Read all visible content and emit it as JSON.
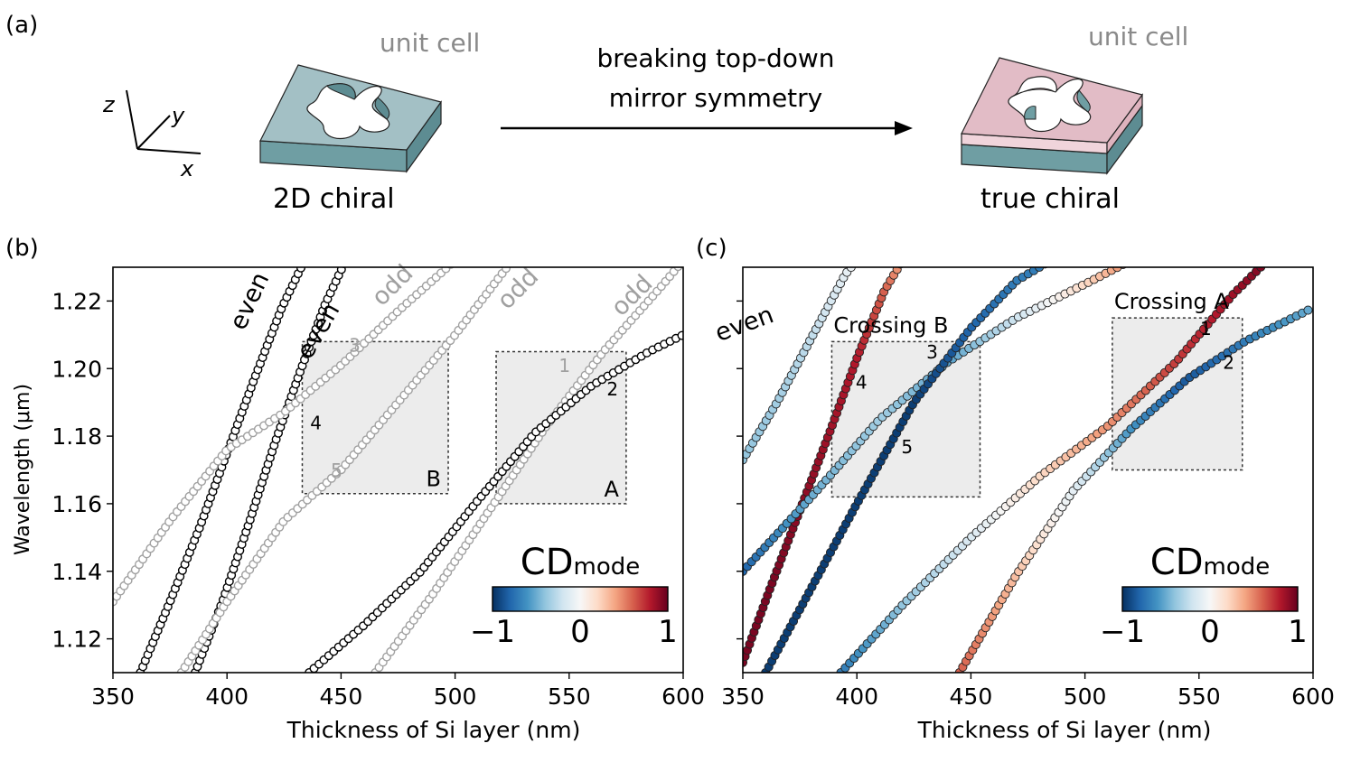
{
  "panel_a": {
    "label": "(a)",
    "axes": {
      "z": "z",
      "y": "y",
      "x": "x"
    },
    "unit_cell_left": "unit cell",
    "unit_cell_right": "unit cell",
    "left_caption": "2D chiral",
    "right_caption": "true chiral",
    "arrow_line1": "breaking top-down",
    "arrow_line2": "mirror symmetry"
  },
  "colors": {
    "slab_top": "#a3c0c5",
    "slab_side": "#6f9ea3",
    "pink_top": "#e2bcc6",
    "pink_hole": "#d98fa0",
    "box_fill": "#ececec",
    "grey_marker": "#a0a0a0",
    "cmap": [
      "#053061",
      "#2166ac",
      "#4393c3",
      "#92c5de",
      "#d1e5f0",
      "#f7f7f7",
      "#fddbc7",
      "#f4a582",
      "#d6604d",
      "#b2182b",
      "#67001f"
    ]
  },
  "chart_data": [
    {
      "panel": "(b)",
      "type": "scatter",
      "xlabel": "Thickness of Si layer (nm)",
      "ylabel": "Wavelength (μm)",
      "xlim": [
        350,
        600
      ],
      "ylim": [
        1.11,
        1.23
      ],
      "xticks": [
        "350",
        "400",
        "450",
        "500",
        "550",
        "600"
      ],
      "yticks": [
        "1.12",
        "1.14",
        "1.16",
        "1.18",
        "1.20",
        "1.22"
      ],
      "series": [
        {
          "name": "even",
          "color": "black",
          "points": [
            [
              362,
              1.11
            ],
            [
              375,
              1.131
            ],
            [
              388,
              1.153
            ],
            [
              400,
              1.175
            ],
            [
              412,
              1.197
            ],
            [
              424,
              1.218
            ],
            [
              434,
              1.232
            ]
          ]
        },
        {
          "name": "even",
          "color": "black",
          "points": [
            [
              386,
              1.11
            ],
            [
              398,
              1.131
            ],
            [
              410,
              1.155
            ],
            [
              421,
              1.178
            ],
            [
              432,
              1.199
            ],
            [
              443,
              1.219
            ],
            [
              452,
              1.232
            ]
          ]
        },
        {
          "name": "odd",
          "color": "grey",
          "points": [
            [
              350,
              1.131
            ],
            [
              375,
              1.155
            ],
            [
              400,
              1.176
            ],
            [
              425,
              1.187
            ],
            [
              450,
              1.201
            ],
            [
              475,
              1.217
            ],
            [
              500,
              1.232
            ]
          ]
        },
        {
          "name": "odd",
          "color": "grey",
          "points": [
            [
              380,
              1.11
            ],
            [
              400,
              1.131
            ],
            [
              425,
              1.155
            ],
            [
              450,
              1.17
            ],
            [
              475,
              1.19
            ],
            [
              500,
              1.21
            ],
            [
              525,
              1.232
            ]
          ]
        },
        {
          "name": "odd",
          "color": "grey",
          "points": [
            [
              465,
              1.11
            ],
            [
              490,
              1.133
            ],
            [
              515,
              1.158
            ],
            [
              540,
              1.183
            ],
            [
              565,
              1.205
            ],
            [
              590,
              1.224
            ],
            [
              600,
              1.232
            ]
          ]
        },
        {
          "name": "even",
          "color": "black",
          "points": [
            [
              436,
              1.11
            ],
            [
              460,
              1.124
            ],
            [
              485,
              1.14
            ],
            [
              510,
              1.161
            ],
            [
              535,
              1.181
            ],
            [
              560,
              1.195
            ],
            [
              585,
              1.205
            ],
            [
              600,
              1.21
            ]
          ]
        }
      ],
      "annotations": {
        "boxes": [
          {
            "label": "B",
            "x": [
              433,
              497
            ],
            "y": [
              1.163,
              1.208
            ]
          },
          {
            "label": "A",
            "x": [
              518,
              575
            ],
            "y": [
              1.16,
              1.205
            ]
          }
        ],
        "numbers": [
          {
            "text": "3",
            "x": 456,
            "y": 1.205,
            "color": "grey"
          },
          {
            "text": "4",
            "x": 439,
            "y": 1.182,
            "color": "black"
          },
          {
            "text": "5",
            "x": 448,
            "y": 1.168,
            "color": "grey"
          },
          {
            "text": "1",
            "x": 548,
            "y": 1.199,
            "color": "grey"
          },
          {
            "text": "2",
            "x": 569,
            "y": 1.192,
            "color": "black"
          }
        ],
        "curve_labels": [
          {
            "text": "even",
            "x": 413,
            "y": 1.219,
            "color": "black",
            "angle": -65
          },
          {
            "text": "even",
            "x": 443,
            "y": 1.21,
            "color": "black",
            "angle": -60
          },
          {
            "text": "odd",
            "x": 475,
            "y": 1.223,
            "color": "grey",
            "angle": -45
          },
          {
            "text": "odd",
            "x": 530,
            "y": 1.222,
            "color": "grey",
            "angle": -45
          },
          {
            "text": "odd",
            "x": 580,
            "y": 1.22,
            "color": "grey",
            "angle": -45
          },
          {
            "text": "even",
            "x": 628,
            "y": 1.211,
            "color": "black",
            "angle": -20
          }
        ]
      },
      "colorbar": {
        "label": "CD",
        "subscript": "mode",
        "ticks": [
          "−1",
          "0",
          "1"
        ]
      }
    },
    {
      "panel": "(c)",
      "type": "scatter",
      "xlabel": "Thickness of Si layer (nm)",
      "ylabel": "",
      "xlim": [
        350,
        600
      ],
      "ylim": [
        1.11,
        1.23
      ],
      "xticks": [
        "350",
        "400",
        "450",
        "500",
        "550",
        "600"
      ],
      "yticks": [],
      "series": [
        {
          "points": [
            [
              350,
              1.173
            ],
            [
              365,
              1.19
            ],
            [
              380,
              1.209
            ],
            [
              395,
              1.228
            ],
            [
              400,
              1.232
            ]
          ],
          "cd": [
            -0.4,
            -0.35,
            -0.25,
            -0.1,
            0
          ]
        },
        {
          "points": [
            [
              350,
              1.113
            ],
            [
              362,
              1.135
            ],
            [
              375,
              1.158
            ],
            [
              388,
              1.181
            ],
            [
              400,
              1.203
            ],
            [
              412,
              1.223
            ],
            [
              420,
              1.232
            ]
          ],
          "cd": [
            0.95,
            0.95,
            0.9,
            0.85,
            0.8,
            0.6,
            0.4
          ]
        },
        {
          "points": [
            [
              350,
              1.14
            ],
            [
              380,
              1.162
            ],
            [
              410,
              1.185
            ],
            [
              440,
              1.202
            ],
            [
              470,
              1.215
            ],
            [
              500,
              1.225
            ],
            [
              520,
              1.232
            ]
          ],
          "cd": [
            -0.8,
            -0.5,
            -0.35,
            -0.55,
            -0.2,
            0.2,
            0.5
          ]
        },
        {
          "points": [
            [
              360,
              1.11
            ],
            [
              380,
              1.135
            ],
            [
              400,
              1.16
            ],
            [
              425,
              1.19
            ],
            [
              450,
              1.212
            ],
            [
              470,
              1.226
            ],
            [
              485,
              1.232
            ]
          ],
          "cd": [
            -0.95,
            -0.95,
            -0.95,
            -0.95,
            -0.8,
            -0.7,
            -0.7
          ]
        },
        {
          "points": [
            [
              393,
              1.11
            ],
            [
              420,
              1.13
            ],
            [
              450,
              1.15
            ],
            [
              480,
              1.168
            ],
            [
              510,
              1.183
            ],
            [
              540,
              1.202
            ],
            [
              565,
              1.222
            ],
            [
              580,
              1.232
            ]
          ],
          "cd": [
            -0.7,
            -0.4,
            -0.15,
            0.2,
            0.45,
            0.7,
            0.85,
            0.95
          ]
        },
        {
          "points": [
            [
              445,
              1.11
            ],
            [
              470,
              1.139
            ],
            [
              495,
              1.164
            ],
            [
              520,
              1.182
            ],
            [
              545,
              1.197
            ],
            [
              570,
              1.208
            ],
            [
              600,
              1.218
            ]
          ],
          "cd": [
            0.6,
            0.3,
            -0.1,
            -0.6,
            -0.85,
            -0.7,
            -0.5
          ]
        }
      ],
      "annotations": {
        "boxes": [
          {
            "label": "Crossing B",
            "x": [
              389,
              454
            ],
            "y": [
              1.162,
              1.208
            ]
          },
          {
            "label": "Crossing A",
            "x": [
              512,
              569
            ],
            "y": [
              1.17,
              1.215
            ]
          }
        ],
        "numbers": [
          {
            "text": "3",
            "x": 433,
            "y": 1.203
          },
          {
            "text": "4",
            "x": 402,
            "y": 1.194
          },
          {
            "text": "5",
            "x": 422,
            "y": 1.175
          },
          {
            "text": "1",
            "x": 553,
            "y": 1.21
          },
          {
            "text": "2",
            "x": 563,
            "y": 1.2
          }
        ]
      },
      "colorbar": {
        "label": "CD",
        "subscript": "mode",
        "ticks": [
          "−1",
          "0",
          "1"
        ]
      }
    }
  ]
}
